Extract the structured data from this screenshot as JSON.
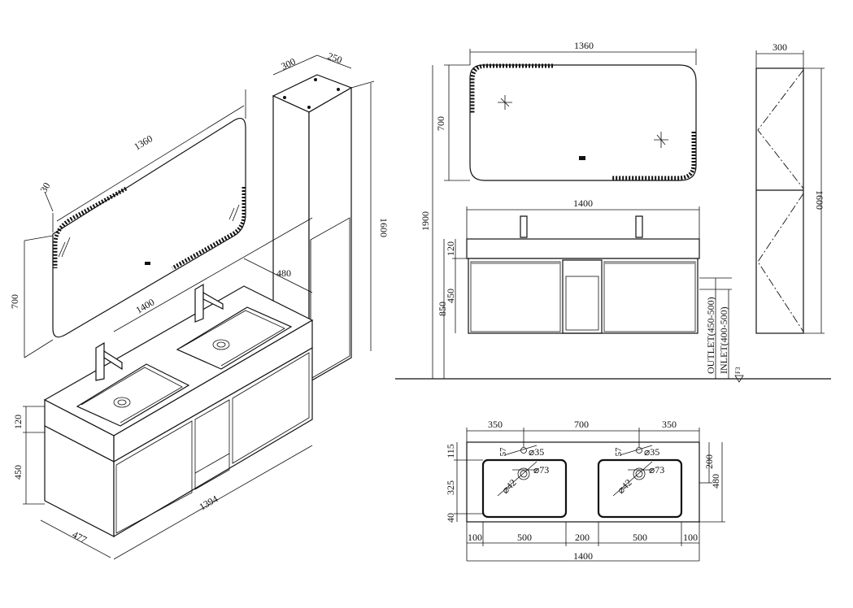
{
  "colors": {
    "line": "#111111",
    "background": "#ffffff"
  },
  "isometric": {
    "mirror_width": "1360",
    "mirror_frame": "30",
    "mirror_height": "700",
    "vanity_width": "1400",
    "vanity_depth": "480",
    "top_height": "120",
    "cabinet_height": "450",
    "bottom_width": "1394",
    "bottom_depth": "477",
    "column_depth": "300",
    "column_width": "250",
    "column_height": "1600"
  },
  "front": {
    "mirror_width": "1360",
    "mirror_height": "700",
    "total_height": "1900",
    "vanity_width": "1400",
    "top_height": "120",
    "cabinet_height": "450",
    "install_height": "850",
    "outlet_label": "OUTLET(450-500)",
    "inlet_label": "INLET(400-500)",
    "floor_mark": "F3"
  },
  "side": {
    "column_depth": "300",
    "column_height": "1600"
  },
  "plan": {
    "top_dims": [
      "350",
      "700",
      "350"
    ],
    "left_dims": [
      "115",
      "325",
      "40"
    ],
    "right_dims": [
      "200",
      "480"
    ],
    "bottom_dims": [
      "100",
      "500",
      "200",
      "500",
      "100"
    ],
    "total_width": "1400",
    "tap_offset": "57",
    "tap_hole": "⌀35",
    "drain": "⌀73",
    "drain_inner": "⌀42"
  }
}
